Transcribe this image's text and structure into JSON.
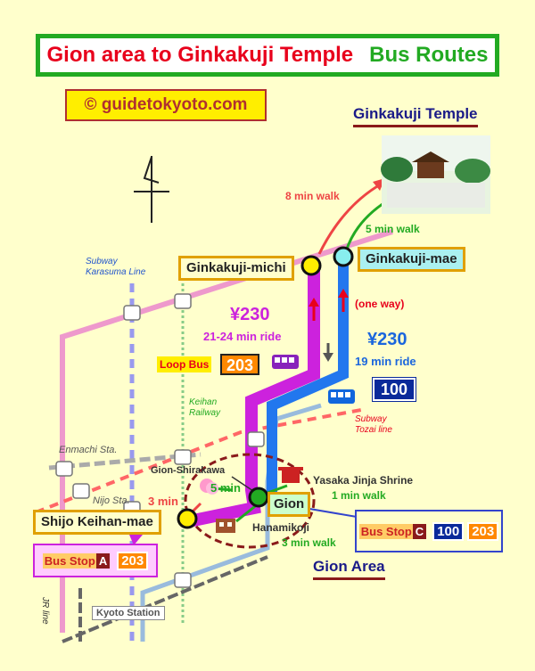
{
  "title": {
    "main": "Gion area to Ginkakuji Temple",
    "sub": "Bus  Routes"
  },
  "copyright": "© guidetokyoto.com",
  "ginkakuji_temple": "Ginkakuji Temple",
  "stops": {
    "ginkakuji_michi": "Ginkakuji-michi",
    "ginkakuji_mae": "Ginkakuji-mae",
    "gion": "Gion",
    "shijo_keihan_mae": "Shijo Keihan-mae"
  },
  "walks": {
    "eight_min": "8 min walk",
    "five_min": "5 min walk",
    "three_min": "3 min",
    "five_min_short": "5 min",
    "one_way": "(one way)"
  },
  "route_loop": {
    "fare": "¥230",
    "ride": "21-24 min ride",
    "label": "Loop Bus",
    "number": "203"
  },
  "route_100": {
    "fare": "¥230",
    "ride": "19 min ride",
    "number": "100"
  },
  "lines": {
    "subway_karasuma": [
      "Subway",
      "Karasuma Line"
    ],
    "keihan": [
      "Keihan",
      "Railway"
    ],
    "subway_tozai": [
      "Subway",
      "Tozai line"
    ],
    "jr": "JR line"
  },
  "stations": {
    "enmachi": "Enmachi Sta.",
    "nijo": "Nijo Sta.",
    "kyoto": "Kyoto Station"
  },
  "landmarks": {
    "gion_shirakawa": "Gion-Shirakawa",
    "yasaka": "Yasaka Jinja Shrine",
    "yasaka_walk": "1 min walk",
    "hanamikoji": "Hanamikoji",
    "hanamikoji_walk": "3 min walk"
  },
  "bus_stop_a": {
    "label": "Bus Stop",
    "letter": "A",
    "routes": [
      "203"
    ]
  },
  "bus_stop_c": {
    "label": "Bus Stop",
    "letter": "C",
    "routes": [
      "100",
      "203"
    ]
  },
  "gion_area": "Gion Area",
  "colors": {
    "loop": "#cc22dd",
    "route100": "#2277ee",
    "red": "#e8001c",
    "green": "#22aa22"
  }
}
